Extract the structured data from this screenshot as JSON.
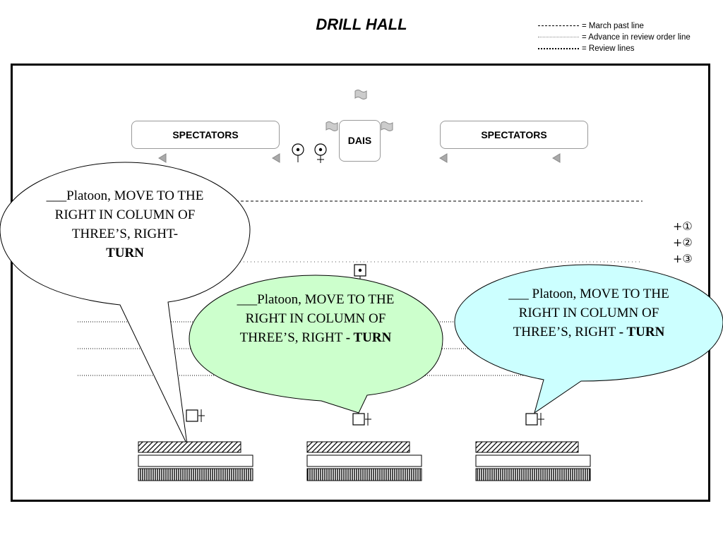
{
  "title": "DRILL HALL",
  "legend": [
    {
      "label": "= March past line",
      "style": "dashed"
    },
    {
      "label": "= Advance in review order line",
      "style": "dotted-sparse"
    },
    {
      "label": "= Review lines",
      "style": "dotted-dense"
    }
  ],
  "spectators_left": "SPECTATORS",
  "spectators_right": "SPECTATORS",
  "dais": "DAIS",
  "ranks": [
    "+①",
    "+②",
    "+③"
  ],
  "bubbles": [
    {
      "text": "___Platoon, MOVE TO THE RIGHT IN COLUMN OF THREE’S, RIGHT-",
      "bold": "TURN",
      "fill": "#ffffff"
    },
    {
      "text": "___Platoon, MOVE TO THE RIGHT IN COLUMN OF THREE’S, RIGHT ",
      "bold": "- TURN",
      "fill": "#ccffcc"
    },
    {
      "text": "___ Platoon, MOVE TO THE RIGHT IN COLUMN OF THREE’S, RIGHT ",
      "bold": "- TURN",
      "fill": "#ccffff"
    }
  ],
  "colors": {
    "bubble_left": "#ffffff",
    "bubble_center": "#ccffcc",
    "bubble_right": "#ccffff",
    "border": "#000000",
    "marker_grey": "#aaaaaa"
  }
}
